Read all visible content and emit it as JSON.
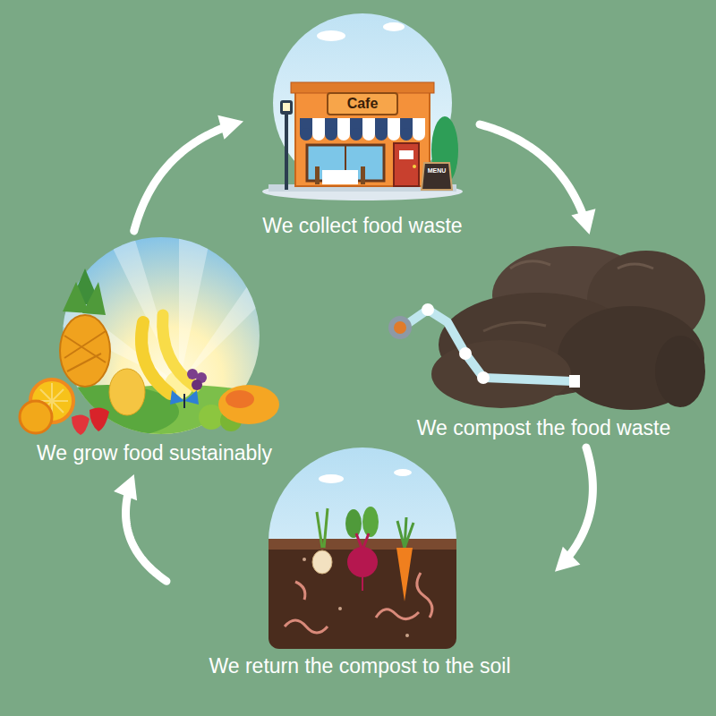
{
  "diagram": {
    "nodes": [
      {
        "text": [
          "We collect food waste"
        ]
      },
      {
        "text": [
          "We compost the food waste"
        ]
      },
      {
        "text": [
          "We return the compost to the soil"
        ]
      },
      {
        "text": [
          "We grow food sustainably"
        ]
      }
    ],
    "edges": [
      {
        "from": 0,
        "to": 1,
        "arrow": "to"
      },
      {
        "from": 1,
        "to": 2,
        "arrow": "to"
      },
      {
        "from": 2,
        "to": 3,
        "arrow": "to"
      },
      {
        "from": 3,
        "to": 0,
        "arrow": "to"
      }
    ],
    "labels": [
      "Cafe",
      "MENU"
    ]
  }
}
